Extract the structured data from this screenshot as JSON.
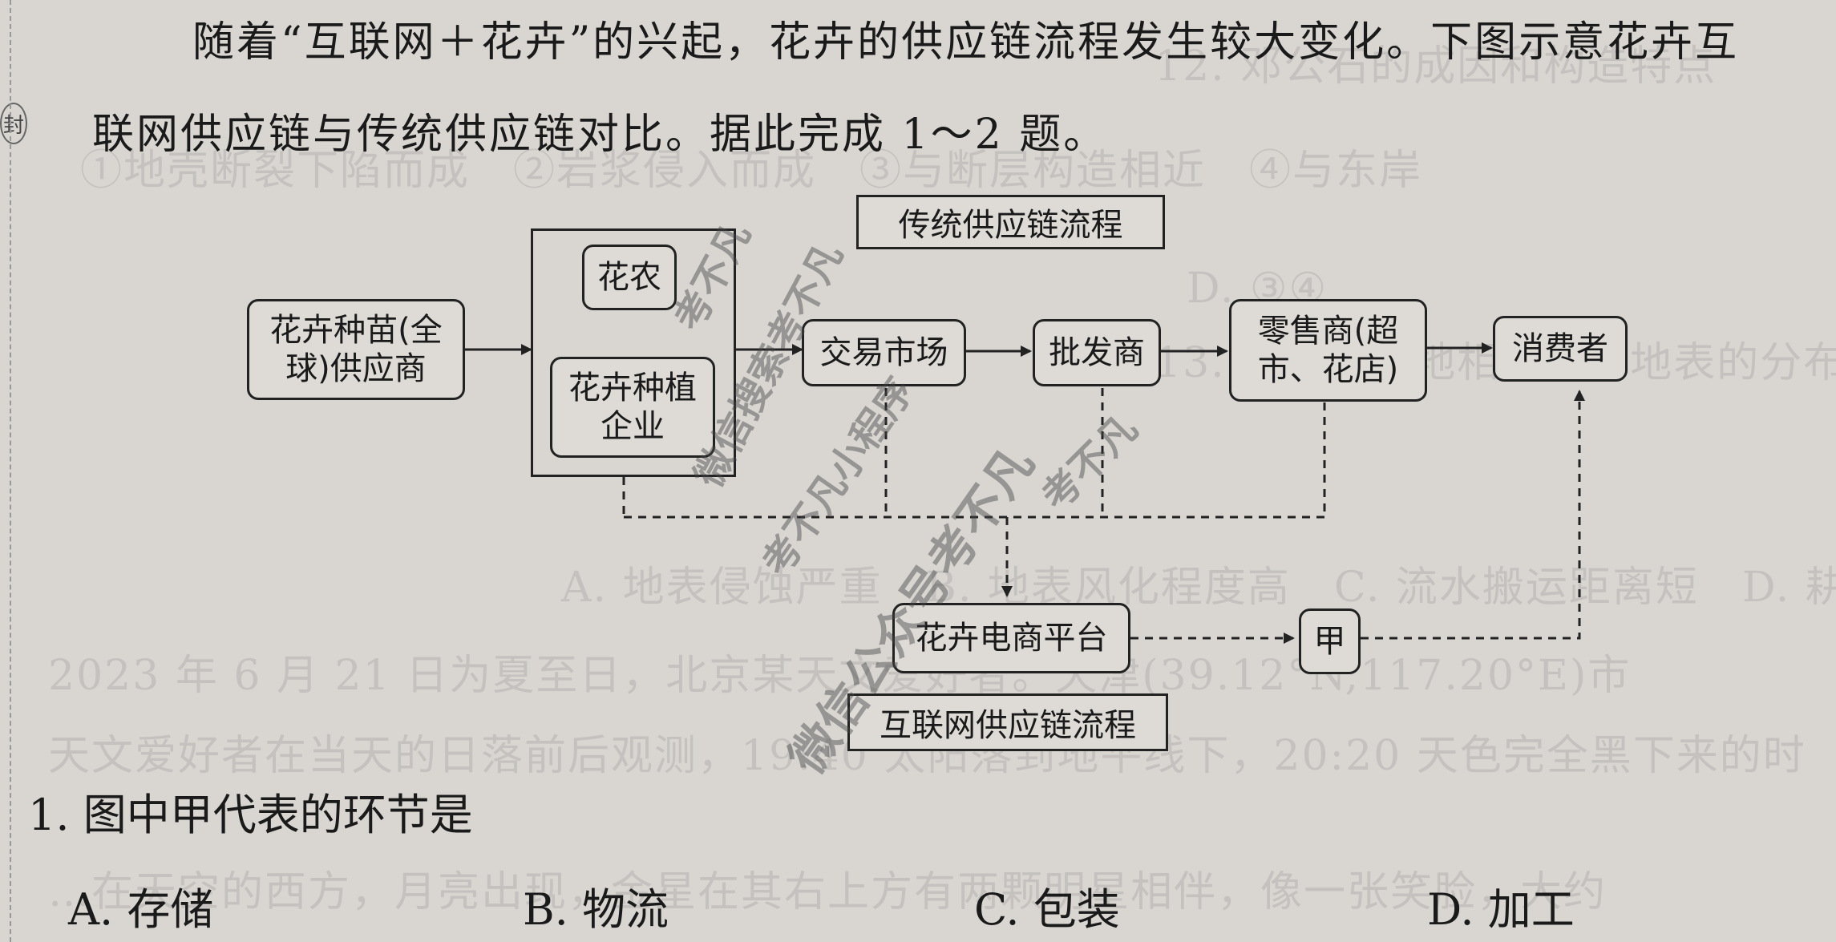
{
  "intro": {
    "line1": "随着“互联网＋花卉”的兴起，花卉的供应链流程发生较大变化。下图示意花卉互",
    "line2": "联网供应链与传统供应链对比。据此完成 1～2 题。"
  },
  "diagram": {
    "traditional_label": "传统供应链流程",
    "internet_label": "互联网供应链流程",
    "supplier": "花卉种苗(全球)供应商",
    "farmer": "花农",
    "enterprise": "花卉种植企业",
    "market": "交易市场",
    "wholesaler": "批发商",
    "retailer": "零售商(超市、花店)",
    "consumer": "消费者",
    "ecommerce": "花卉电商平台",
    "jia": "甲"
  },
  "question": {
    "number": "1.",
    "text": "图中甲代表的环节是",
    "options": [
      {
        "letter": "A.",
        "text": "存储"
      },
      {
        "letter": "B.",
        "text": "物流"
      },
      {
        "letter": "C.",
        "text": "包装"
      },
      {
        "letter": "D.",
        "text": "加工"
      }
    ]
  },
  "watermarks": [
    "考不凡",
    "微信搜索考不凡",
    "考不凡小程序",
    "考不凡",
    "考不凡",
    "微信公众号考不凡"
  ],
  "margin_mark": "封"
}
